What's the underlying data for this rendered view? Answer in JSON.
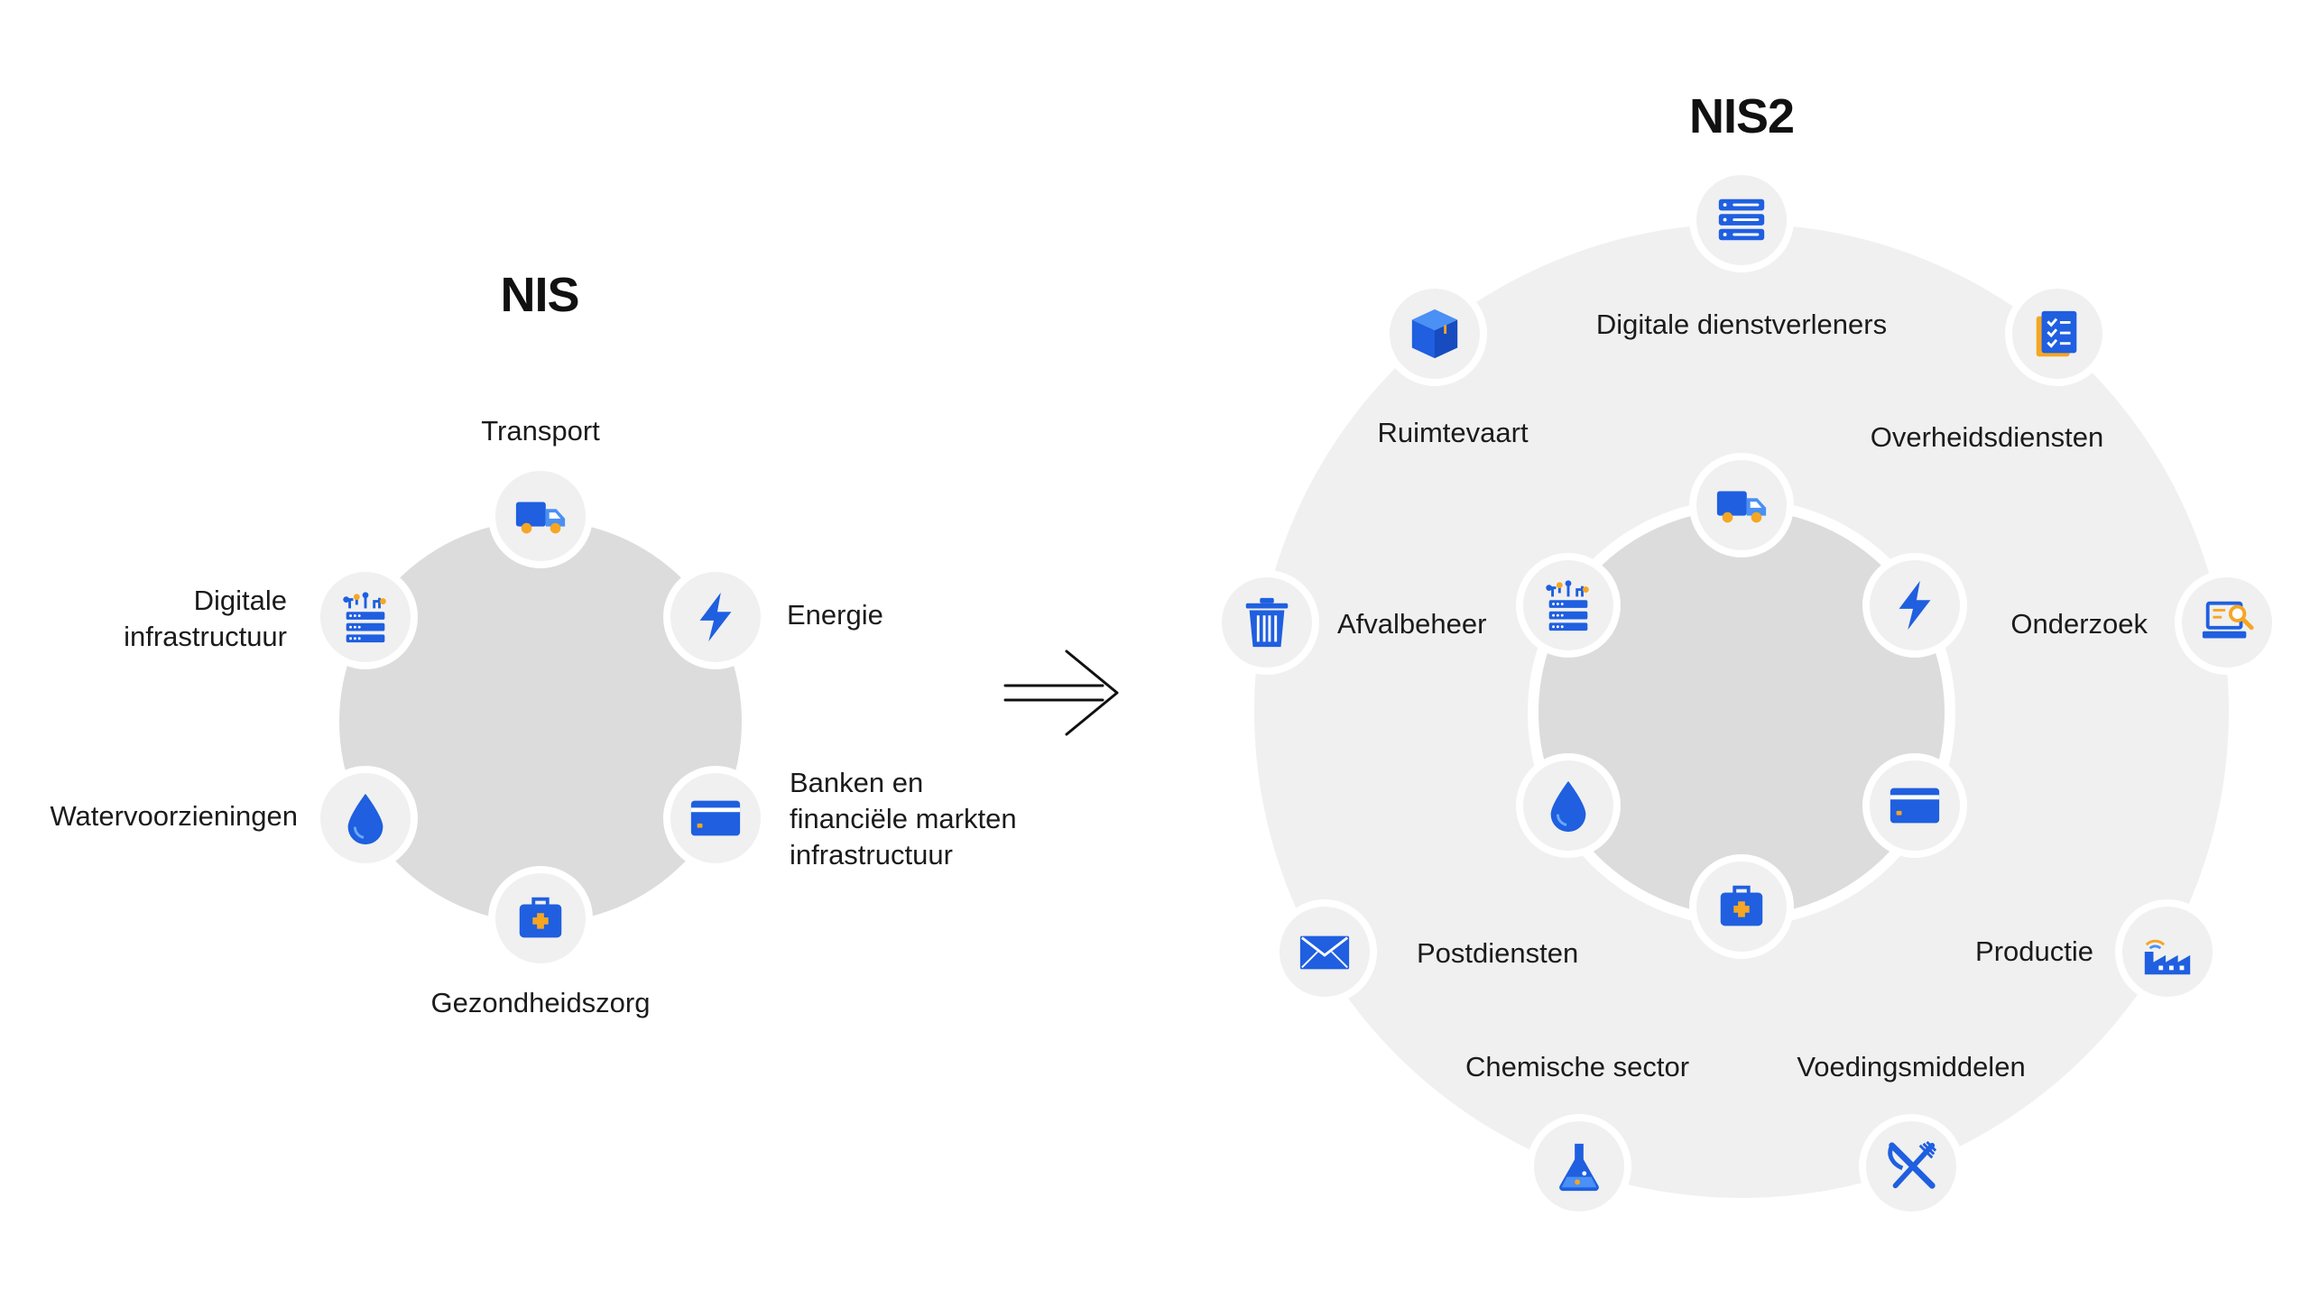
{
  "nis": {
    "title": "NIS",
    "sectors": {
      "transport": "Transport",
      "energy": [
        "Energie"
      ],
      "finance": [
        "Banken en",
        "financiële markten",
        "infrastructuur"
      ],
      "health": "Gezondheidszorg",
      "water": "Watervoorzieningen",
      "digital": [
        "Digitale",
        "infrastructuur"
      ]
    }
  },
  "nis2": {
    "title": "NIS2",
    "sectors": {
      "digital_providers": "Digitale dienstverleners",
      "government": "Overheidsdiensten",
      "research": "Onderzoek",
      "production": "Productie",
      "food": "Voedingsmiddelen",
      "chemical": "Chemische sector",
      "postal": "Postdiensten",
      "waste": "Afvalbeheer",
      "space": "Ruimtevaart"
    }
  },
  "icons": {
    "transport": "truck-icon",
    "energy": "lightning-icon",
    "finance": "credit-card-icon",
    "health": "medical-kit-icon",
    "water": "water-drop-icon",
    "digital_infra": "server-network-icon",
    "digital_providers": "server-rack-icon",
    "government": "checklist-icon",
    "research": "laptop-search-icon",
    "production": "factory-icon",
    "food": "fork-knife-icon",
    "chemical": "flask-icon",
    "postal": "envelope-icon",
    "waste": "trash-icon",
    "space": "package-icon"
  },
  "colors": {
    "icon_blue": "#1f5fe0",
    "icon_orange": "#f5a623",
    "ring_inner": "#dcdcdc",
    "ring_outer": "#f0f0f0"
  }
}
